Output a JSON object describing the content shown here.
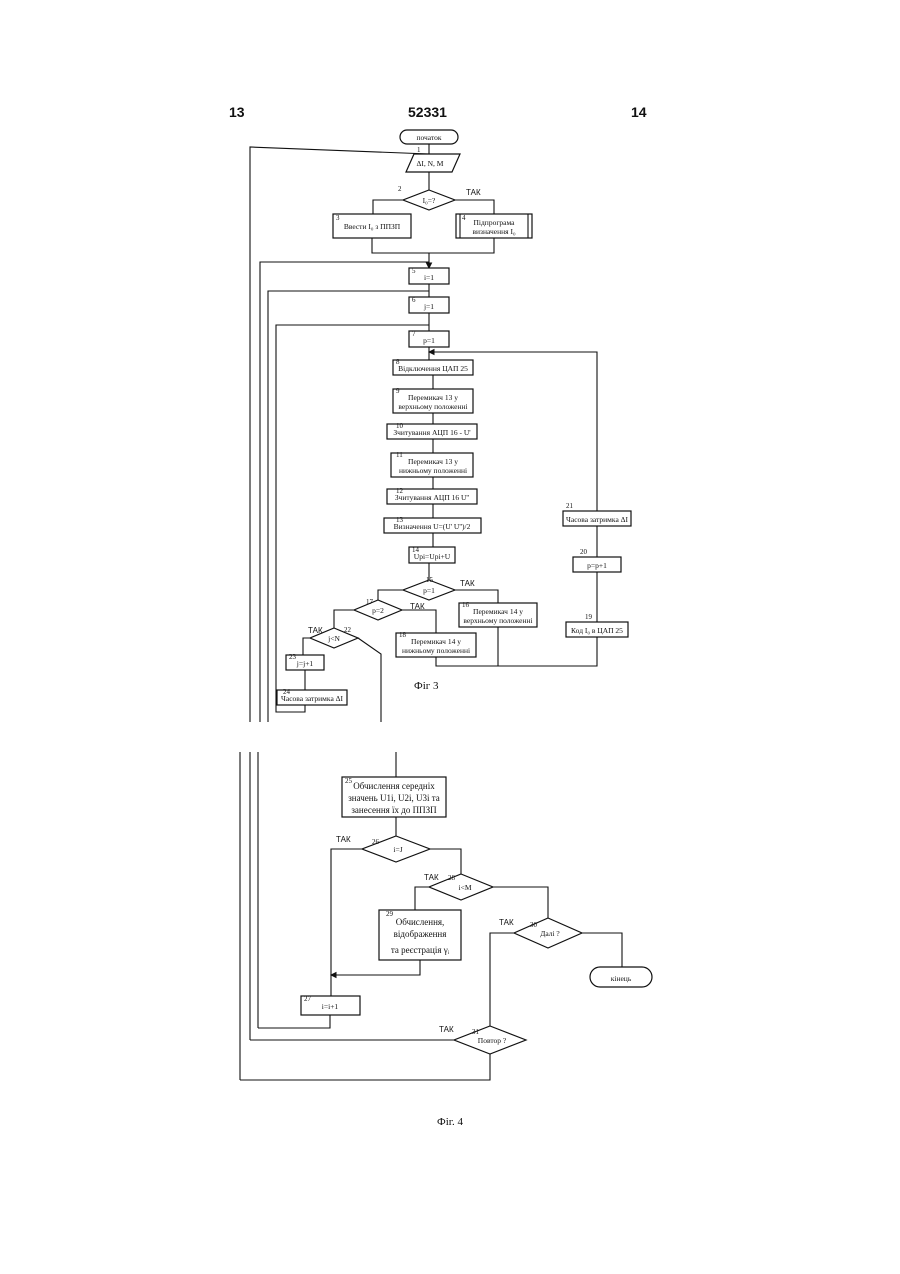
{
  "header": {
    "left_page": "13",
    "patent_number": "52331",
    "right_page": "14"
  },
  "yes_label": "ТАК",
  "fig3": {
    "caption": "Фіг 3",
    "start": "початок",
    "n1": "1",
    "b1": "ΔI, N, M",
    "n2": "2",
    "b2": "I₀=?",
    "n3": "3",
    "b3": "Ввести I₀ з ППЗП",
    "n4": "4",
    "b4a": "Підпрограма",
    "b4b": "визначення I₀",
    "n5": "5",
    "b5": "i=1",
    "n6": "6",
    "b6": "j=1",
    "n7": "7",
    "b7": "p=1",
    "n8": "8",
    "b8": "Відключення ЦАП 25",
    "n9": "9",
    "b9a": "Перемикач 13 у",
    "b9b": "верхньому положенні",
    "n10": "10",
    "b10": "Зчитування АЦП 16 - U'",
    "n11": "11",
    "b11a": "Перемикач 13 у",
    "b11b": "нижньому положенні",
    "n12": "12",
    "b12": "Зчитування АЦП 16 U''",
    "n13": "13",
    "b13": "Визначення U=(U' U'')/2",
    "n14": "14",
    "b14": "Upi=Upi+U",
    "n15": "15",
    "b15": "p=1",
    "n16": "16",
    "b16a": "Перемикач 14 у",
    "b16b": "верхньому положенні",
    "n17": "17",
    "b17": "p=2",
    "n18": "18",
    "b18a": "Перемикач 14 у",
    "b18b": "нижньому положенні",
    "n19": "19",
    "b19": "Код I₀ в ЦАП 25",
    "n20": "20",
    "b20": "p=p+1",
    "n21": "21",
    "b21": "Часова затримка ΔI",
    "n22": "22",
    "b22": "j<N",
    "n23": "23",
    "b23": "j=j+1",
    "n24": "24",
    "b24": "Часова затримка ΔI"
  },
  "fig4": {
    "caption": "Фіг. 4",
    "n25": "25",
    "b25a": "Обчислення середніх",
    "b25b": "значень U1i, U2i, U3i та",
    "b25c": "занесення їх до ППЗП",
    "n26": "26",
    "b26": "i=J",
    "n27": "27",
    "b27": "i=i+1",
    "n28": "28",
    "b28": "i<M",
    "n29": "29",
    "b29a": "Обчислення,",
    "b29b": "відображення",
    "b29c": "та реєстрація γᵢ",
    "n30": "30",
    "b30": "Далі ?",
    "n31": "31",
    "b31": "Повтор ?",
    "end": "кінець"
  }
}
